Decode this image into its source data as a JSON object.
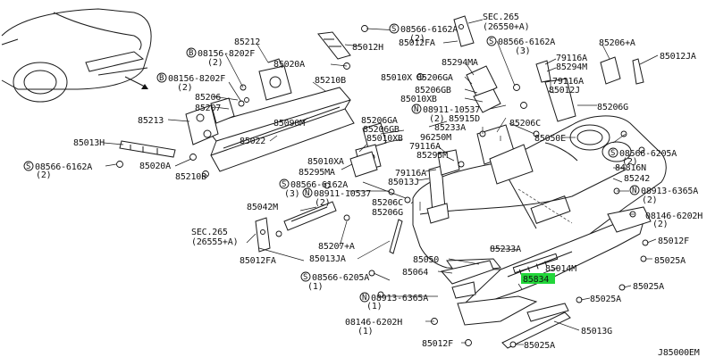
{
  "diagram_code": "J85000EM",
  "highlight_color": "#22d63a",
  "labels": {
    "p85212": "85212",
    "p08156_8202F_top": "08156-8202F",
    "p08156_8202F_top_qty": "(2)",
    "p08156_8202F_mid": "08156-8202F",
    "p08156_8202F_mid_qty": "(2)",
    "p85206_left": "85206",
    "p85207_left": "85207",
    "p85213": "85213",
    "p85013H": "85013H",
    "p08566_6162A_left": "08566-6162A",
    "p08566_6162A_left_qty": "(2)",
    "p85020A_left": "85020A",
    "p85210B_low": "85210B",
    "p85020A_top": "85020A",
    "p85210B_top": "85210B",
    "p85090M": "85090M",
    "p85022": "85022",
    "p85012H": "85012H",
    "p08566_6162A_topmid": "08566-6162A",
    "p08566_6162A_topmid_qty": "(2)",
    "p85012FA_top": "85012FA",
    "sec265_top": "SEC.265",
    "sec265_top_sub": "(26550+A)",
    "p08566_6162A_topright": "08566-6162A",
    "p08566_6162A_topright_qty": "(3)",
    "p85294MA": "85294MA",
    "p85010X": "85010X",
    "p85206GA_mid": "85206GA",
    "p85206GB_mid": "85206GB",
    "p85010XB_mid": "85010XB",
    "p08911_10537_top": "08911-10537",
    "p08911_10537_top_qty": "(2)",
    "p85206_plusA": "85206+A",
    "p85012JA": "85012JA",
    "p79116A_top": "79116A",
    "p85294M": "85294M",
    "p79116A_mid": "79116A",
    "p85012J": "85012J",
    "p85206G": "85206G",
    "p85206GA_left": "85206GA",
    "p85206GB_left": "85206GB",
    "p85010XB_left": "85010XB",
    "p85010XA": "85010XA",
    "p85295MA": "85295MA",
    "p08566_6162A_center": "08566-6162A",
    "p08566_6162A_center_qty": "(3)",
    "p85915D": "85915D",
    "p85233A_top": "85233A",
    "p96250M": "96250M",
    "p79116A_low": "79116A",
    "p85295M": "85295M",
    "p85206C_top": "85206C",
    "p85050E": "85050E",
    "p79116A_left": "79116A",
    "p85013J": "85013J",
    "p08911_10537_mid": "08911-10537",
    "p08911_10537_mid_qty": "(2)",
    "p85206C_low": "85206C",
    "p85206G_low": "85206G",
    "p85042M": "85042M",
    "sec265_left": "SEC.265",
    "sec265_left_sub": "(26555+A)",
    "p85207_plusA": "85207+A",
    "p85013JA": "85013JA",
    "p85012FA_low": "85012FA",
    "p08566_6205A_right": "08566-6205A",
    "p08566_6205A_right_qty": "(2)",
    "p84816N": "84816N",
    "p85242": "85242",
    "p08913_6365A_right": "08913-6365A",
    "p08913_6365A_right_qty": "(2)",
    "p08146_6202H_right": "08146-6202H",
    "p08146_6202H_right_qty": "(2)",
    "p85012F_right": "85012F",
    "p85025A_r1": "85025A",
    "p85025A_r2": "85025A",
    "p85233A_low": "85233A",
    "p85050": "85050",
    "p85064": "85064",
    "p85014M": "85014M",
    "p85834": "85834",
    "p08566_6205A_low": "08566-6205A",
    "p08566_6205A_low_qty": "(1)",
    "p08913_6365A_low": "08913-6365A",
    "p08913_6365A_low_qty": "(1)",
    "p85025A_low": "85025A",
    "p08146_6202H_low": "08146-6202H",
    "p08146_6202H_low_qty": "(1)",
    "p85013G": "85013G",
    "p85012F_low": "85012F",
    "p85025A_bottom": "85025A",
    "prefix_bolt": "S",
    "prefix_bolt_b": "B",
    "prefix_nut": "N"
  }
}
